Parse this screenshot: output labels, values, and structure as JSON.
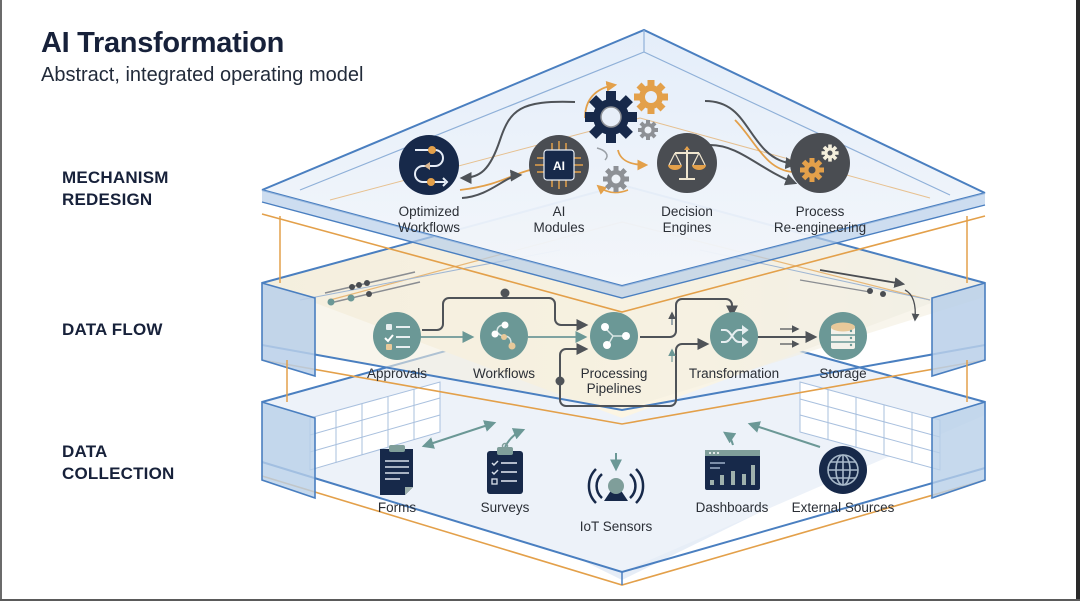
{
  "header": {
    "title": "AI Transformation",
    "subtitle": "Abstract, integrated operating model"
  },
  "layers": [
    {
      "id": "mechanism-redesign",
      "label_lines": [
        "MECHANISM",
        "REDESIGN"
      ],
      "nodes": [
        {
          "label_lines": [
            "Optimized",
            "Workflows"
          ],
          "icon": "workflow-loop-icon"
        },
        {
          "label_lines": [
            "AI",
            "Modules"
          ],
          "icon": "ai-chip-icon",
          "icon_text": "AI"
        },
        {
          "label_lines": [
            "Decision",
            "Engines"
          ],
          "icon": "scales-icon"
        },
        {
          "label_lines": [
            "Process",
            "Re-engineering"
          ],
          "icon": "gears-icon"
        }
      ]
    },
    {
      "id": "data-flow",
      "label_lines": [
        "DATA FLOW"
      ],
      "nodes": [
        {
          "label_lines": [
            "Approvals"
          ],
          "icon": "checklist-icon"
        },
        {
          "label_lines": [
            "Workflows"
          ],
          "icon": "workflow-graph-icon"
        },
        {
          "label_lines": [
            "Processing",
            "Pipelines"
          ],
          "icon": "pipeline-graph-icon"
        },
        {
          "label_lines": [
            "Transformation"
          ],
          "icon": "shuffle-icon"
        },
        {
          "label_lines": [
            "Storage"
          ],
          "icon": "database-icon"
        }
      ]
    },
    {
      "id": "data-collection",
      "label_lines": [
        "DATA",
        "COLLECTION"
      ],
      "nodes": [
        {
          "label_lines": [
            "Forms"
          ],
          "icon": "form-document-icon"
        },
        {
          "label_lines": [
            "Surveys"
          ],
          "icon": "survey-clipboard-icon"
        },
        {
          "label_lines": [
            "IoT Sensors"
          ],
          "icon": "antenna-icon"
        },
        {
          "label_lines": [
            "Dashboards"
          ],
          "icon": "dashboard-chart-icon"
        },
        {
          "label_lines": [
            "External Sources"
          ],
          "icon": "globe-icon"
        }
      ]
    }
  ],
  "colors": {
    "navy": "#17294a",
    "slate": "#4a4d52",
    "teal": "#6b9896",
    "orange": "#e3a04a",
    "glass_blue": "#4a7fc0",
    "warm_panel": "#fbf3df",
    "gray_gear": "#8d9095"
  }
}
